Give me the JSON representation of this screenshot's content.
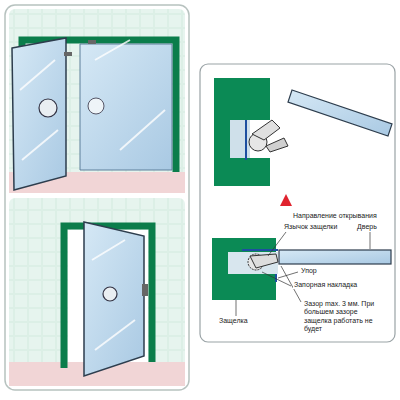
{
  "diagram": {
    "labels": [
      "Направление открывания",
      "Язычок защелки",
      "Дверь",
      "Упор",
      "Запорная накладка",
      "Защелка",
      "Зазор max. 3 мм. При большем зазоре защелка работать не будет"
    ]
  }
}
